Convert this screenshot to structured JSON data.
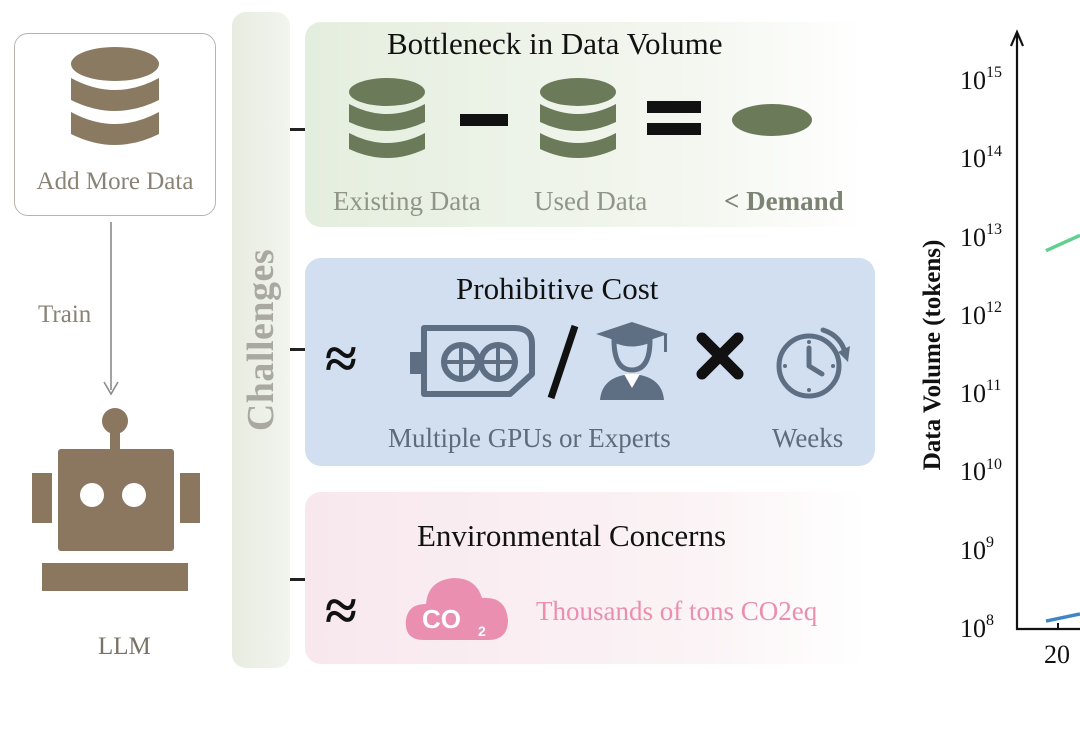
{
  "left": {
    "data_box_label": "Add More Data",
    "train_label": "Train",
    "llm_label": "LLM"
  },
  "challenges": {
    "label": "Challenges",
    "bottleneck": {
      "title": "Bottleneck in Data Volume",
      "existing": "Existing Data",
      "used": "Used Data",
      "demand": "< Demand"
    },
    "cost": {
      "title": "Prohibitive Cost",
      "gpus": "Multiple GPUs or Experts",
      "weeks": "Weeks"
    },
    "environment": {
      "title": "Environmental Concerns",
      "co2_icon_text": "CO",
      "co2_icon_sub": "2",
      "emission": "Thousands of tons CO2eq"
    },
    "approx_symbol": "≈"
  },
  "colors": {
    "db_brown": "#8a7a62",
    "robot_brown": "#8b7660",
    "db_green": "#6b7a58",
    "pink": "#ea8fb0",
    "blue_icon": "#5f6f83",
    "series_green": "#5fd08d",
    "series_blue": "#3f86c4"
  },
  "chart_data": {
    "type": "line",
    "ylabel": "Data Volume (tokens)",
    "yscale": "log",
    "y_ticks": [
      {
        "base": "10",
        "exp": "15"
      },
      {
        "base": "10",
        "exp": "14"
      },
      {
        "base": "10",
        "exp": "13"
      },
      {
        "base": "10",
        "exp": "12"
      },
      {
        "base": "10",
        "exp": "11"
      },
      {
        "base": "10",
        "exp": "10"
      },
      {
        "base": "10",
        "exp": "9"
      },
      {
        "base": "10",
        "exp": "8"
      }
    ],
    "x_ticks": [
      "20"
    ],
    "series": [
      {
        "color": "#5fd08d",
        "points": [
          {
            "y": 7000000000000.0
          },
          {
            "y": 11000000000000.0
          }
        ]
      },
      {
        "color": "#3f86c4",
        "points": [
          {
            "y": 130000000.0
          },
          {
            "y": 160000000.0
          }
        ]
      }
    ]
  }
}
